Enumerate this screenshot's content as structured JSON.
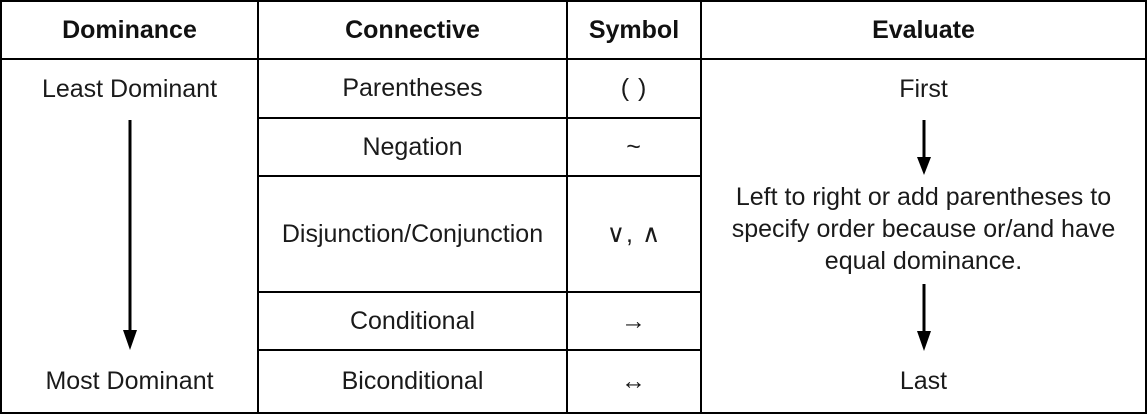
{
  "table": {
    "headers": {
      "dominance": "Dominance",
      "connective": "Connective",
      "symbol": "Symbol",
      "evaluate": "Evaluate"
    },
    "dominance_column": {
      "top_label": "Least Dominant",
      "bottom_label": "Most Dominant",
      "arrow": "down-arrow"
    },
    "rows": [
      {
        "connective": "Parentheses",
        "symbol": "( )"
      },
      {
        "connective": "Negation",
        "symbol": "~"
      },
      {
        "connective": "Disjunction/Conjunction",
        "symbol": "∨, ∧"
      },
      {
        "connective": "Conditional",
        "symbol": "→"
      },
      {
        "connective": "Biconditional",
        "symbol": "↔"
      }
    ],
    "evaluate_column": {
      "top_label": "First",
      "middle_text": "Left to right or add parentheses to specify order because or/and have equal dominance.",
      "middle_lines": [
        "Left to right or add parentheses to",
        "specify order because or/and have",
        "equal dominance."
      ],
      "bottom_label": "Last",
      "arrow_top": "down-arrow",
      "arrow_bottom": "down-arrow"
    },
    "colors": {
      "border": "#000000",
      "text": "#1a1a1a",
      "background": "#ffffff"
    }
  }
}
